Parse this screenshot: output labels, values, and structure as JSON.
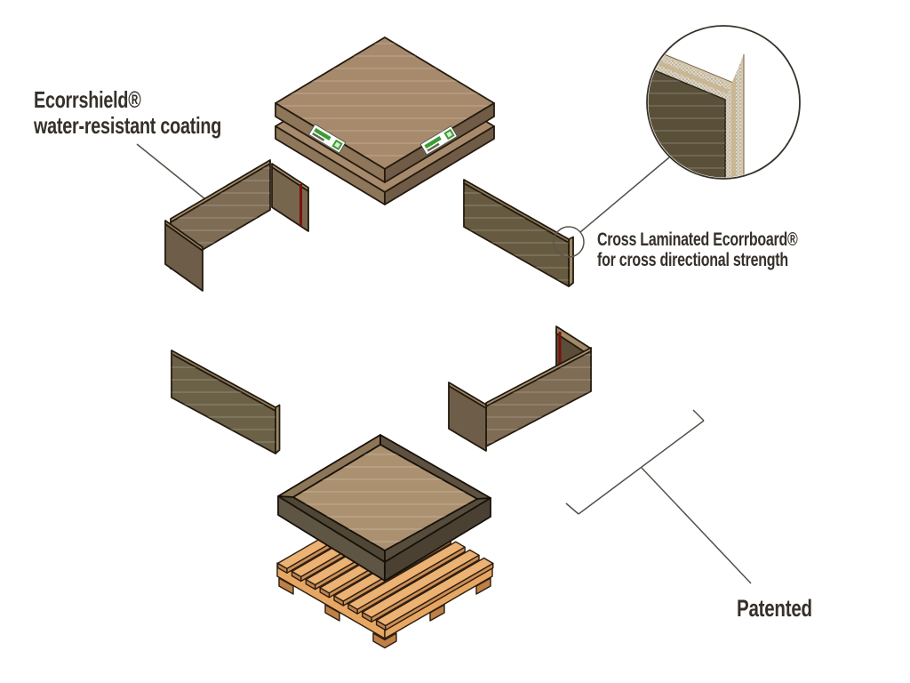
{
  "figure": {
    "type": "exploded-view packaging diagram",
    "background": "#ffffff"
  },
  "annotations": {
    "coating": {
      "line1": "Ecorrshield®",
      "line2": "water-resistant coating"
    },
    "board": {
      "line1": "Cross Laminated Ecorrboard®",
      "line2": "for cross directional strength"
    },
    "patented": "Patented"
  },
  "colors": {
    "kraft_top": "#a68a6b",
    "kraft_mid": "#7e6c54",
    "kraft_dark": "#665b41",
    "tray_floor": "#ab9170",
    "pallet_wood": "#ecb273",
    "tape_red": "#7c120a",
    "brand_label_green": "#3f9c35",
    "line": "#55514b",
    "text": "#35302a",
    "flute_cream": "#ded5c4"
  }
}
